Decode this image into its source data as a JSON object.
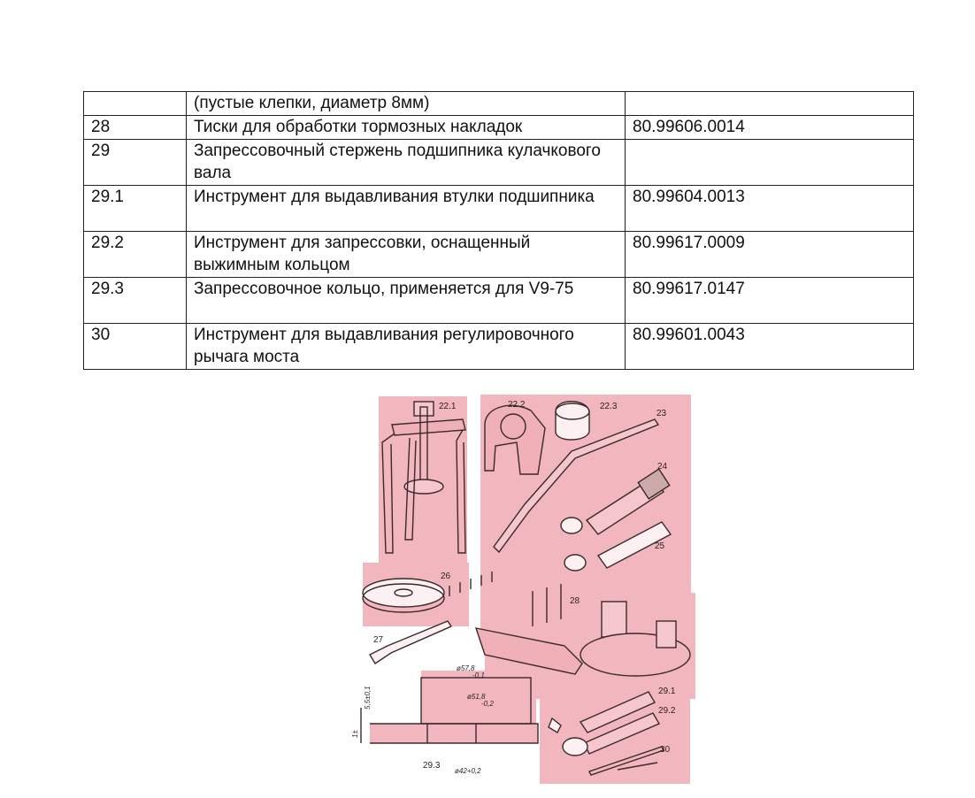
{
  "rows": [
    {
      "num": "",
      "name": "(пустые клепки, диаметр 8мм)",
      "code": ""
    },
    {
      "num": "28",
      "name": "Тиски для обработки тормозных накладок",
      "code": "80.99606.0014"
    },
    {
      "num": "29",
      "name": "Запрессовочный стержень подшипника кулачкового  вала",
      "code": ""
    },
    {
      "num": "29.1",
      "name": "Инструмент для выдавливания втулки подшипника",
      "code": "80.99604.0013"
    },
    {
      "num": "29.2",
      "name": "Инструмент для запрессовки, оснащенный выжимным кольцом",
      "code": "80.99617.0009"
    },
    {
      "num": "29.3",
      "name": "Запрессовочное кольцо, применяется для V9-75",
      "code": "80.99617.0147"
    },
    {
      "num": "30",
      "name": "Инструмент для выдавливания регулировочного рычага моста",
      "code": "80.99601.0043"
    }
  ],
  "figure": {
    "labels": {
      "l221": "22.1",
      "l222": "22.2",
      "l223": "22.3",
      "l23": "23",
      "l24": "24",
      "l25": "25",
      "l26": "26",
      "l27": "27",
      "l28": "28",
      "l291": "29.1",
      "l292": "29.2",
      "l293": "29.3",
      "l30": "30"
    },
    "dimensions": {
      "d1": "ø57,8",
      "d1b": "-0,1",
      "d2": "ø51,8",
      "d2b": "-0,2",
      "d3": "5,5±0,1",
      "d4": "ø42+0,2",
      "d5": "1±"
    },
    "colors": {
      "highlight": "#f2b6be",
      "line": "#3a2a2c"
    }
  }
}
